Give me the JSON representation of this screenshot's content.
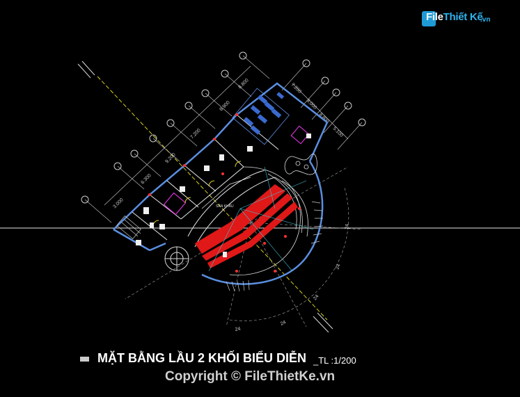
{
  "logo": {
    "brand_part1": "File",
    "brand_part2": "Thiết Kế",
    "brand_suffix": ".vn"
  },
  "drawing": {
    "title": "MẶT BẰNG LẦU 2 KHỐI BIỂU DIỄN",
    "scale": "_TL :1/200",
    "stage_label": "SÂN KHẤU",
    "dimensions_top": [
      "3.000",
      "6.300",
      "9.200",
      "7.200",
      "8.900",
      "8.800"
    ],
    "dimensions_right": [
      "7.200",
      "8.000",
      "8.800",
      "5.100"
    ],
    "dimensions_radial": [
      "24",
      "24",
      "24",
      "24",
      "24"
    ]
  },
  "copyright": "Copyright © FileThietKe.vn",
  "colors": {
    "background": "#000000",
    "wall": "#5b8fe0",
    "seats": "#e01818",
    "axis": "#bbbbbb",
    "yellow": "#e0d020",
    "magenta": "#d030d0"
  }
}
